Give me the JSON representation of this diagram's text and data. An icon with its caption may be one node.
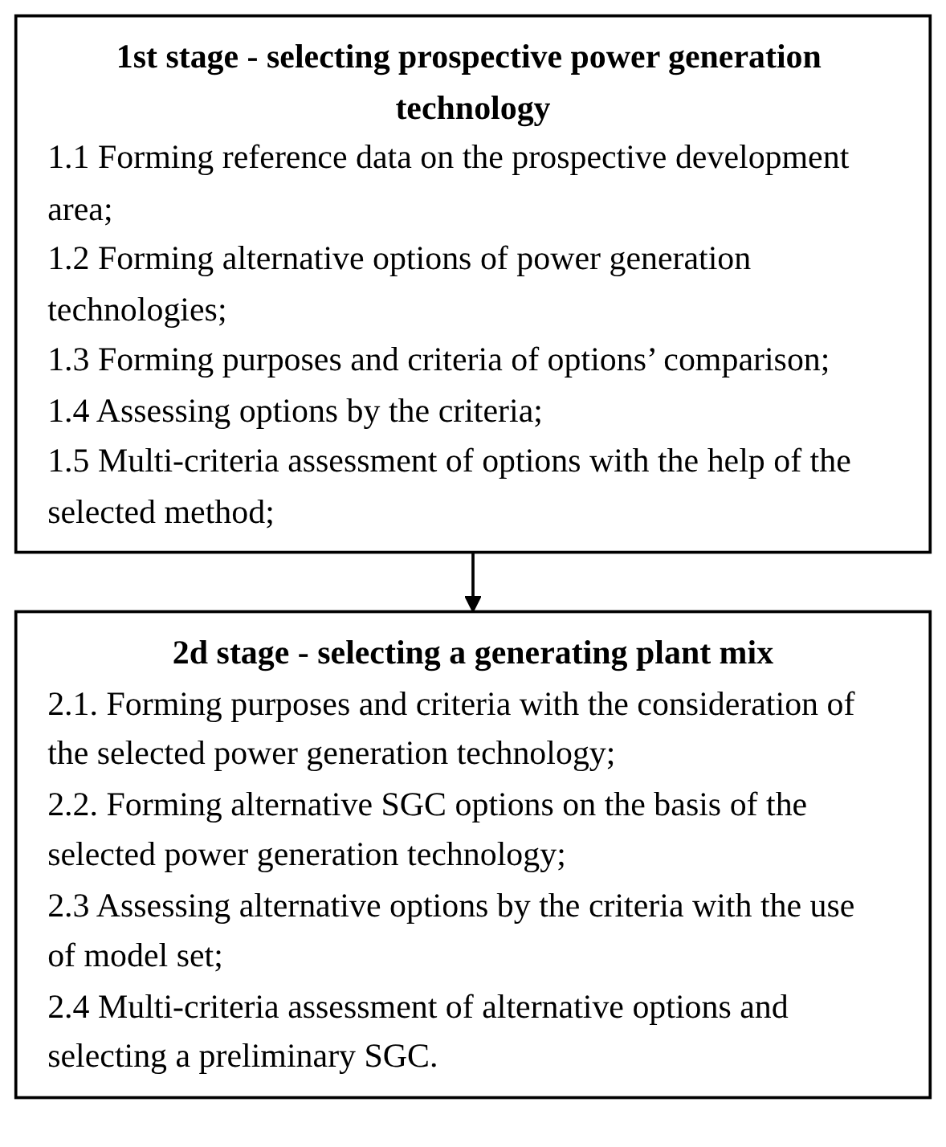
{
  "diagram": {
    "nodes": [
      {
        "text": [
          "1st stage - selecting prospective power generation technology",
          "1.1 Forming reference data on the prospective development area;",
          "1.2 Forming alternative options of power generation technologies;",
          "1.3 Forming purposes and criteria of options’ comparison;",
          "1.4 Assessing options by the criteria;",
          "1.5 Multi-criteria assessment of options with the help of the selected method;"
        ]
      },
      {
        "text": [
          "2d stage - selecting a generating plant mix",
          "2.1. Forming purposes and criteria with the consideration of the selected power generation technology;",
          "2.2. Forming alternative SGC options on the basis of the selected power generation technology;",
          "2.3 Assessing alternative options by the criteria with the use of model set;",
          "2.4 Multi-criteria assessment of alternative options and selecting a preliminary SGC."
        ]
      }
    ],
    "edges": [
      {
        "from": 0,
        "to": 1,
        "arrow": "to"
      }
    ]
  }
}
